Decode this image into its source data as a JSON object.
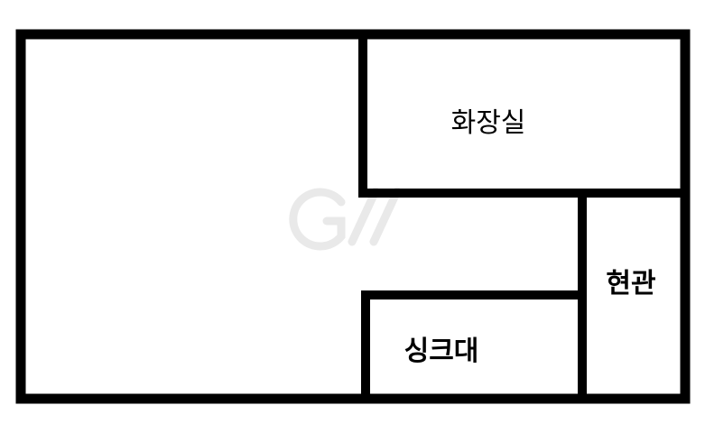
{
  "floor_plan": {
    "rooms": {
      "bathroom": {
        "label": "화장실"
      },
      "entrance": {
        "label": "현관"
      },
      "sink": {
        "label": "싱크대"
      }
    },
    "colors": {
      "wall": "#000000",
      "background": "#ffffff",
      "watermark": "#e9e9e9"
    },
    "watermark_logo": "gy-logo"
  }
}
